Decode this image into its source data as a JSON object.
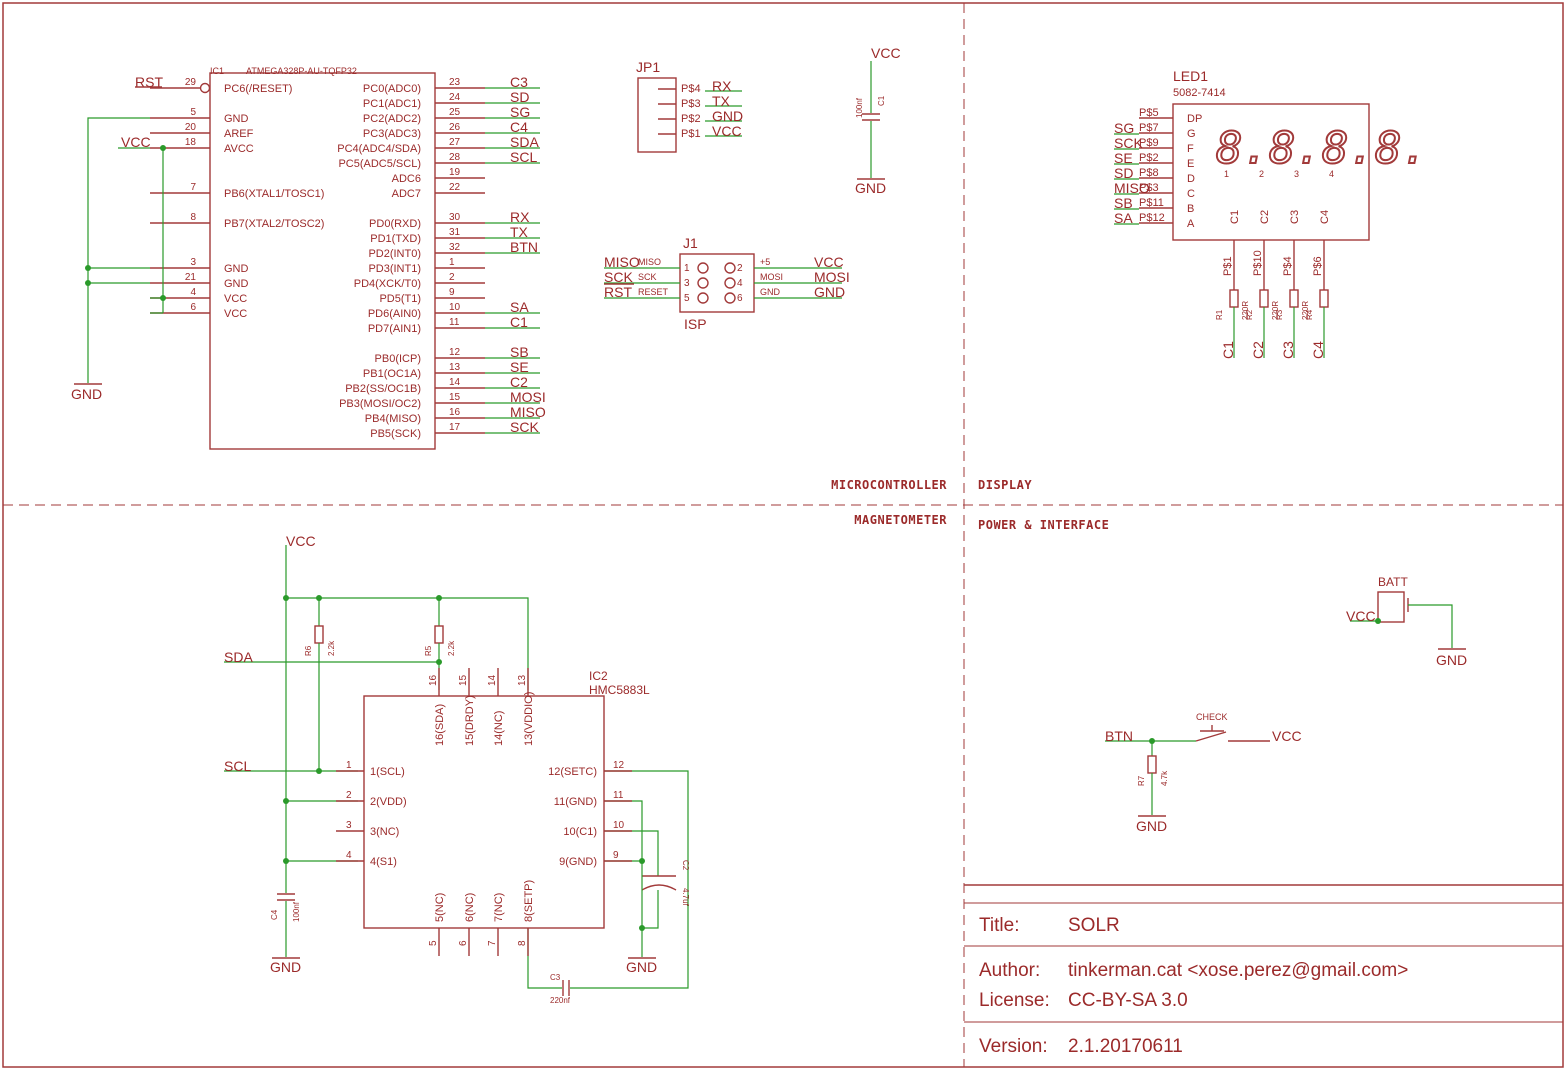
{
  "sections": {
    "microcontroller": "MICROCONTROLLER",
    "display": "DISPLAY",
    "magnetometer": "MAGNETOMETER",
    "power": "POWER & INTERFACE"
  },
  "ic1": {
    "ref": "IC1",
    "value": "ATMEGA328P-AU-TQFP32",
    "left_pins": [
      {
        "num": "29",
        "name": "PC6(/RESET)",
        "net": "RST"
      },
      {
        "num": "5",
        "name": "GND",
        "net": ""
      },
      {
        "num": "20",
        "name": "AREF",
        "net": ""
      },
      {
        "num": "18",
        "name": "AVCC",
        "net": "VCC"
      },
      {
        "num": "7",
        "name": "PB6(XTAL1/TOSC1)",
        "net": ""
      },
      {
        "num": "8",
        "name": "PB7(XTAL2/TOSC2)",
        "net": ""
      },
      {
        "num": "3",
        "name": "GND",
        "net": ""
      },
      {
        "num": "21",
        "name": "GND",
        "net": ""
      },
      {
        "num": "4",
        "name": "VCC",
        "net": ""
      },
      {
        "num": "6",
        "name": "VCC",
        "net": ""
      }
    ],
    "right_pins": [
      {
        "num": "23",
        "name": "PC0(ADC0)",
        "net": "C3"
      },
      {
        "num": "24",
        "name": "PC1(ADC1)",
        "net": "SD"
      },
      {
        "num": "25",
        "name": "PC2(ADC2)",
        "net": "SG"
      },
      {
        "num": "26",
        "name": "PC3(ADC3)",
        "net": "C4"
      },
      {
        "num": "27",
        "name": "PC4(ADC4/SDA)",
        "net": "SDA"
      },
      {
        "num": "28",
        "name": "PC5(ADC5/SCL)",
        "net": "SCL"
      },
      {
        "num": "19",
        "name": "ADC6",
        "net": ""
      },
      {
        "num": "22",
        "name": "ADC7",
        "net": ""
      },
      {
        "num": "30",
        "name": "PD0(RXD)",
        "net": "RX"
      },
      {
        "num": "31",
        "name": "PD1(TXD)",
        "net": "TX"
      },
      {
        "num": "32",
        "name": "PD2(INT0)",
        "net": "BTN"
      },
      {
        "num": "1",
        "name": "PD3(INT1)",
        "net": ""
      },
      {
        "num": "2",
        "name": "PD4(XCK/T0)",
        "net": ""
      },
      {
        "num": "9",
        "name": "PD5(T1)",
        "net": ""
      },
      {
        "num": "10",
        "name": "PD6(AIN0)",
        "net": "SA"
      },
      {
        "num": "11",
        "name": "PD7(AIN1)",
        "net": "C1"
      },
      {
        "num": "12",
        "name": "PB0(ICP)",
        "net": "SB"
      },
      {
        "num": "13",
        "name": "PB1(OC1A)",
        "net": "SE"
      },
      {
        "num": "14",
        "name": "PB2(SS/OC1B)",
        "net": "C2"
      },
      {
        "num": "15",
        "name": "PB3(MOSI/OC2)",
        "net": "MOSI"
      },
      {
        "num": "16",
        "name": "PB4(MISO)",
        "net": "MISO"
      },
      {
        "num": "17",
        "name": "PB5(SCK)",
        "net": "SCK"
      }
    ],
    "gnd_label": "GND"
  },
  "jp1": {
    "ref": "JP1",
    "pins": [
      {
        "name": "P$4",
        "net": "RX"
      },
      {
        "name": "P$3",
        "net": "TX"
      },
      {
        "name": "P$2",
        "net": "GND"
      },
      {
        "name": "P$1",
        "net": "VCC"
      }
    ]
  },
  "c1": {
    "ref": "C1",
    "value": "100nf",
    "top": "VCC",
    "bottom": "GND"
  },
  "j1": {
    "ref": "J1",
    "value": "ISP",
    "left": [
      {
        "num": "1",
        "name": "MISO",
        "net": "MISO"
      },
      {
        "num": "3",
        "name": "SCK",
        "net": "SCK"
      },
      {
        "num": "5",
        "name": "RESET",
        "net": "RST"
      }
    ],
    "right": [
      {
        "num": "2",
        "name": "+5",
        "net": "VCC"
      },
      {
        "num": "4",
        "name": "MOSI",
        "net": "MOSI"
      },
      {
        "num": "6",
        "name": "GND",
        "net": "GND"
      }
    ]
  },
  "led1": {
    "ref": "LED1",
    "value": "5082-7414",
    "digits": "8.8.8.8.",
    "digit_nums": [
      "1",
      "2",
      "3",
      "4"
    ],
    "segments": [
      {
        "pin": "P$5",
        "seg": "DP",
        "net": ""
      },
      {
        "pin": "P$7",
        "seg": "G",
        "net": "SG"
      },
      {
        "pin": "P$9",
        "seg": "F",
        "net": "SCK"
      },
      {
        "pin": "P$2",
        "seg": "E",
        "net": "SE"
      },
      {
        "pin": "P$8",
        "seg": "D",
        "net": "SD"
      },
      {
        "pin": "P$3",
        "seg": "C",
        "net": "MISO"
      },
      {
        "pin": "P$11",
        "seg": "B",
        "net": "SB"
      },
      {
        "pin": "P$12",
        "seg": "A",
        "net": "SA"
      }
    ],
    "commons": [
      {
        "label": "C1",
        "pin": "P$1",
        "res": "R1",
        "value": "220R",
        "net": "C1"
      },
      {
        "label": "C2",
        "pin": "P$10",
        "res": "R2",
        "value": "220R",
        "net": "C2"
      },
      {
        "label": "C3",
        "pin": "P$4",
        "res": "R3",
        "value": "220R",
        "net": "C3"
      },
      {
        "label": "C4",
        "pin": "P$6",
        "res": "R4",
        "value": "",
        "net": "C4"
      }
    ]
  },
  "mag": {
    "vcc": "VCC",
    "sda": "SDA",
    "scl": "SCL",
    "r6": {
      "ref": "R6",
      "value": "2.2k"
    },
    "r5": {
      "ref": "R5",
      "value": "2.2k"
    },
    "ic2": {
      "ref": "IC2",
      "value": "HMC5883L"
    },
    "top_pins": [
      {
        "num": "16",
        "name": "16(SDA)"
      },
      {
        "num": "15",
        "name": "15(DRDY)"
      },
      {
        "num": "14",
        "name": "14(NC)"
      },
      {
        "num": "13",
        "name": "13(VDDIO)"
      }
    ],
    "left_pins": [
      {
        "num": "1",
        "name": "1(SCL)"
      },
      {
        "num": "2",
        "name": "2(VDD)"
      },
      {
        "num": "3",
        "name": "3(NC)"
      },
      {
        "num": "4",
        "name": "4(S1)"
      }
    ],
    "right_pins": [
      {
        "num": "12",
        "name": "12(SETC)"
      },
      {
        "num": "11",
        "name": "11(GND)"
      },
      {
        "num": "10",
        "name": "10(C1)"
      },
      {
        "num": "9",
        "name": "9(GND)"
      }
    ],
    "bottom_pins": [
      {
        "num": "5",
        "name": "5(NC)"
      },
      {
        "num": "6",
        "name": "6(NC)"
      },
      {
        "num": "7",
        "name": "7(NC)"
      },
      {
        "num": "8",
        "name": "8(SETP)"
      }
    ],
    "c4": {
      "ref": "C4",
      "value": "100nf"
    },
    "c2": {
      "ref": "C2",
      "value": "4.7uf"
    },
    "c3": {
      "ref": "C3",
      "value": "220nf"
    },
    "gnd": "GND"
  },
  "power": {
    "batt": "BATT",
    "vcc": "VCC",
    "gnd": "GND",
    "btn": "BTN",
    "switch": "CHECK",
    "r7": {
      "ref": "R7",
      "value": "4.7k"
    }
  },
  "titleblock": {
    "title_label": "Title:",
    "title": "SOLR",
    "author_label": "Author:",
    "author": "tinkerman.cat <xose.perez@gmail.com>",
    "license_label": "License:",
    "license": "CC-BY-SA 3.0",
    "version_label": "Version:",
    "version": "2.1.20170611"
  },
  "colors": {
    "part": "#a23a3a",
    "wire": "#2a9a2a",
    "background": "#ffffff"
  }
}
